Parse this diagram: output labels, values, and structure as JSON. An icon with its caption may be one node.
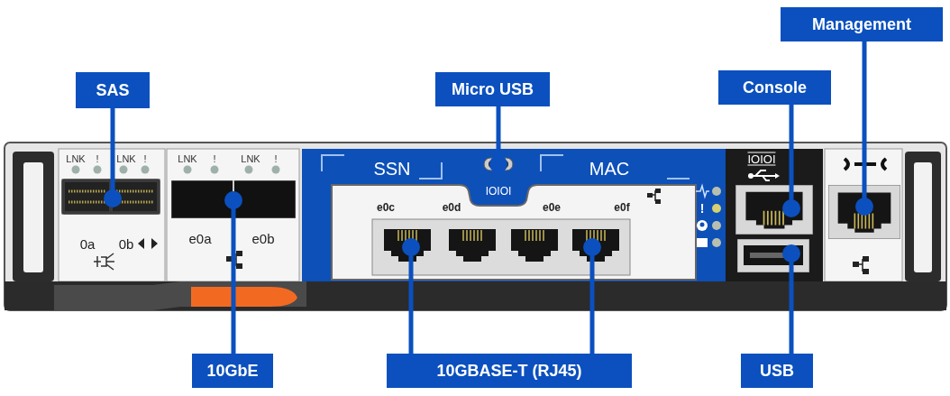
{
  "diagram": {
    "nodes": [
      {
        "text": [
          "SAS"
        ]
      },
      {
        "text": [
          "Micro USB"
        ]
      },
      {
        "text": [
          "Console"
        ]
      },
      {
        "text": [
          "Management"
        ]
      },
      {
        "text": [],
        "shape": "picture"
      },
      {
        "text": [],
        "shape": "picture"
      },
      {
        "text": [],
        "shape": "picture"
      },
      {
        "text": [],
        "shape": "picture"
      },
      {
        "text": [],
        "shape": "picture"
      },
      {
        "text": [],
        "shape": "picture"
      },
      {
        "text": [],
        "shape": "picture"
      },
      {
        "text": [],
        "shape": "picture"
      },
      {
        "text": [],
        "shape": "picture"
      },
      {
        "text": [],
        "shape": "picture"
      },
      {
        "text": [
          "10GbE"
        ]
      },
      {
        "text": [
          "10GBASE-T (RJ45)"
        ]
      },
      {
        "text": [
          "USB"
        ]
      }
    ],
    "edges": [
      {
        "from": 0,
        "to": 4,
        "arrow": "other"
      },
      {
        "from": 1,
        "to": 6,
        "arrow": "other"
      },
      {
        "from": 2,
        "to": 11,
        "arrow": "other"
      },
      {
        "from": 3,
        "to": 13,
        "arrow": "other"
      },
      {
        "from": 14,
        "to": 5,
        "arrow": "other"
      },
      {
        "from": 15,
        "to": 7,
        "arrow": "other"
      },
      {
        "from": 15,
        "to": 10,
        "arrow": "other"
      },
      {
        "from": 16,
        "to": 12,
        "arrow": "other"
      }
    ],
    "labels": [
      "LNK",
      "!",
      "LNK",
      "!",
      "LNK",
      "!",
      "LNK",
      "!",
      "IOIOI",
      "SSN",
      "MAC",
      "IOIOI",
      "e0c",
      "e0d",
      "e0e",
      "e0f",
      "!",
      "0a",
      "0b",
      "e0a",
      "e0b"
    ]
  }
}
